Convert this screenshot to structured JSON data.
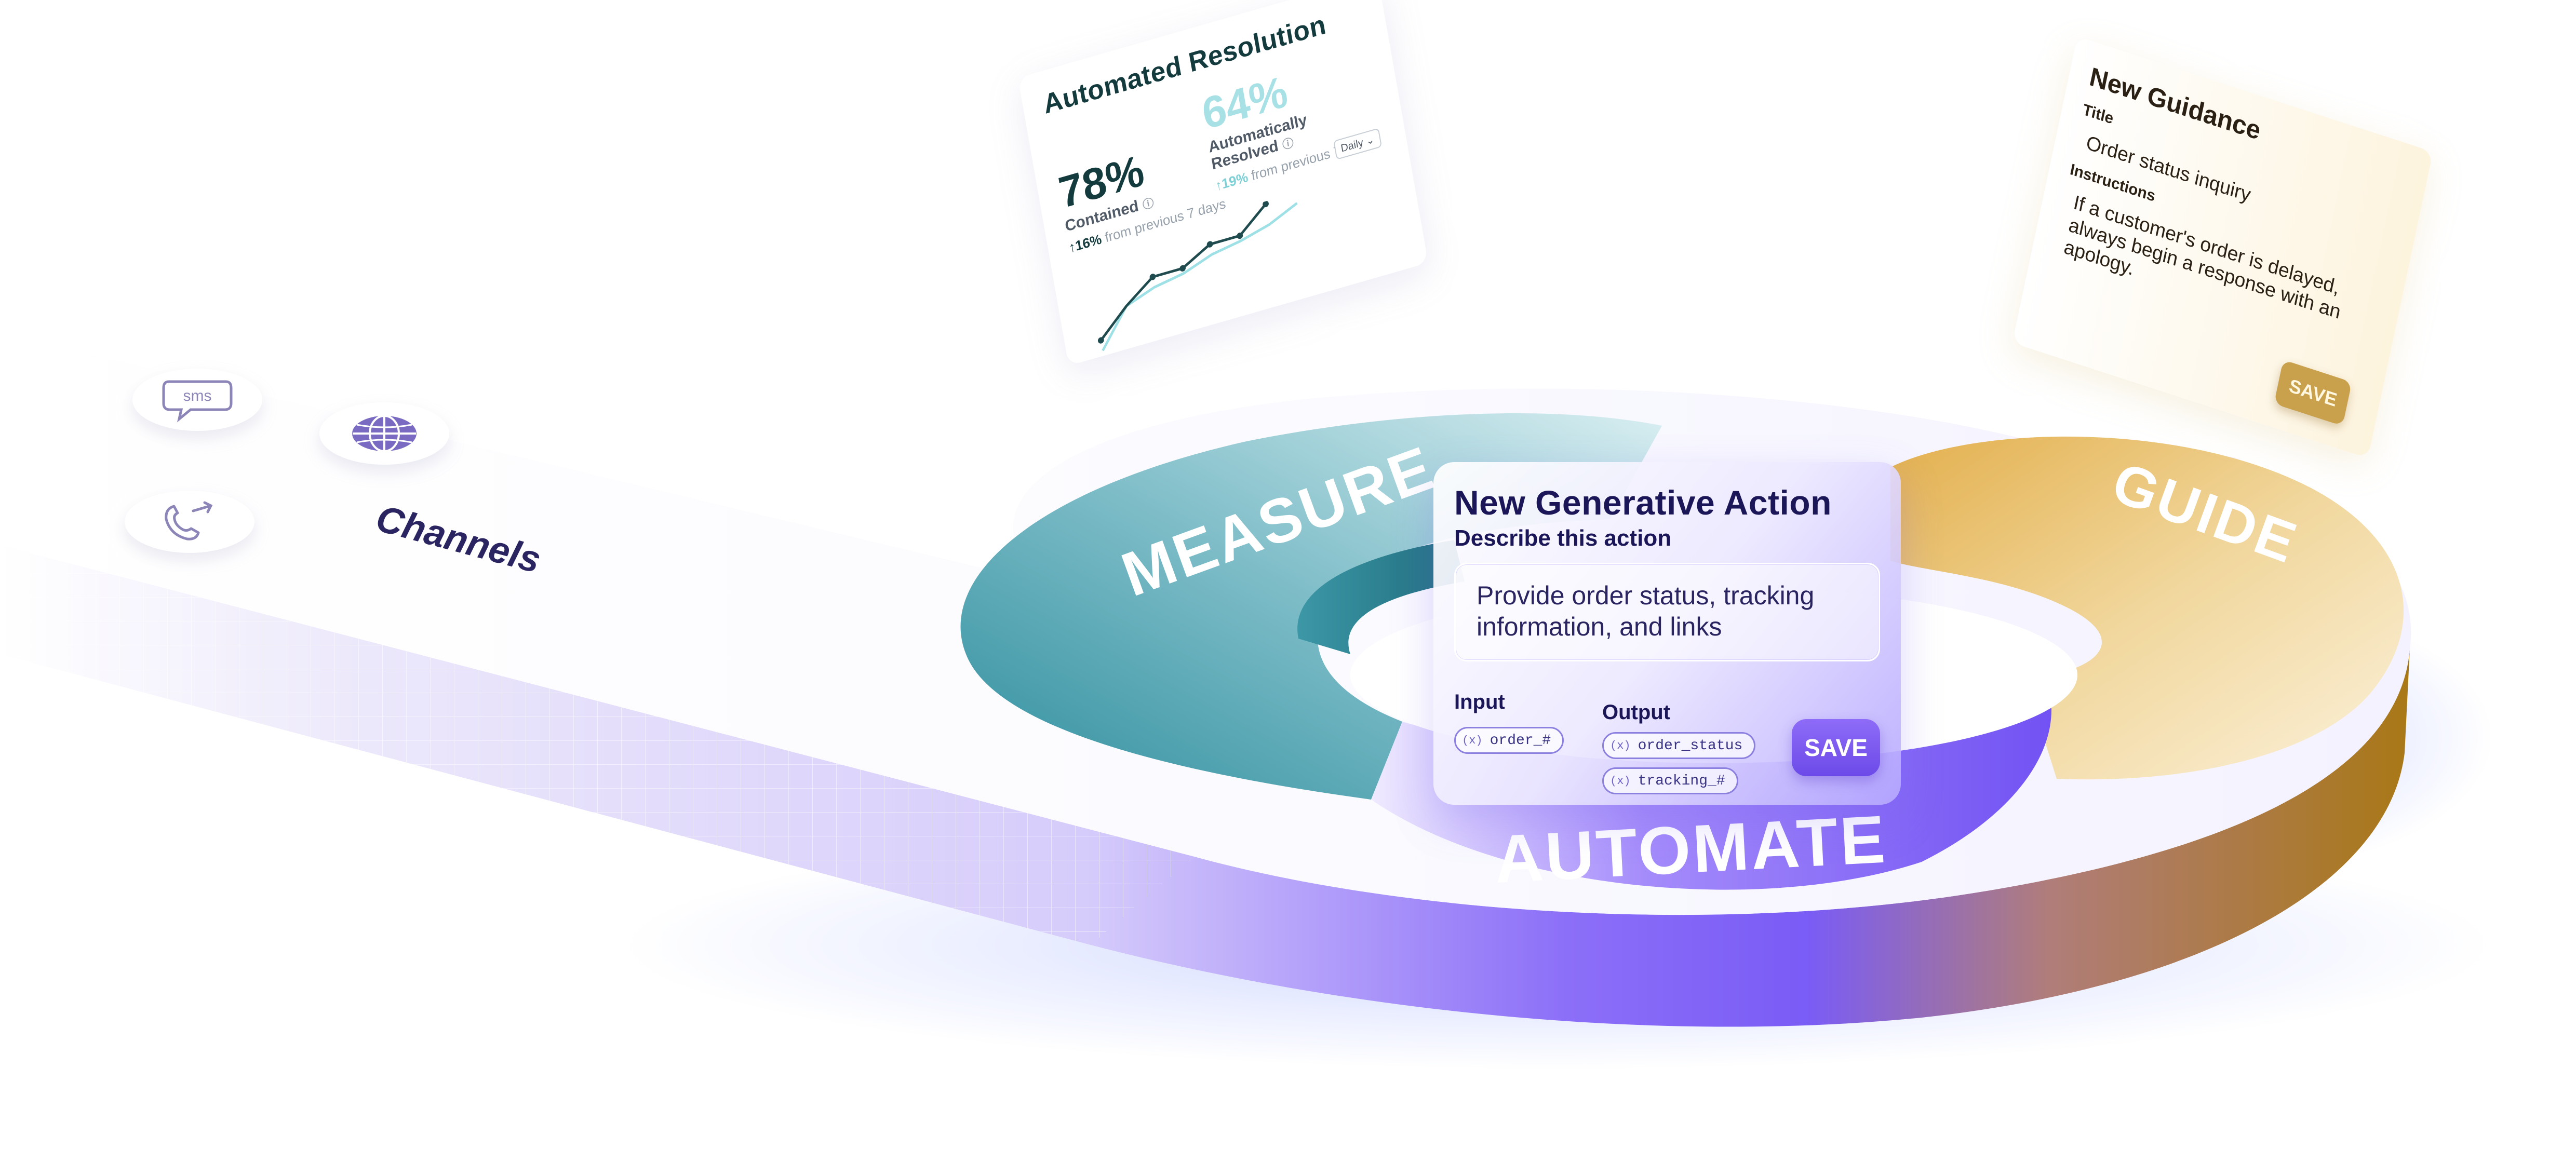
{
  "colors": {
    "measure": "#2b8c9a",
    "automate": "#7b5cf5",
    "guide": "#e0b65a",
    "navy": "#1d1a4a",
    "teal_dark": "#133a3d"
  },
  "icons": [
    "sms-chat-bubble-icon",
    "globe-icon",
    "phone-forward-icon",
    "info-icon",
    "arrow-up-icon",
    "chevron-down-icon"
  ],
  "channels": {
    "label": "Channels",
    "sms_text": "sms"
  },
  "ring": {
    "measure_label": "MEASURE",
    "automate_label": "AUTOMATE",
    "guide_label": "GUIDE"
  },
  "analytics": {
    "title": "Automated Resolution",
    "contained": {
      "value": "78%",
      "label": "Contained",
      "delta_value": "16%",
      "delta_text": "from previous 7 days"
    },
    "auto_resolved": {
      "value": "64%",
      "label_line1": "Automatically",
      "label_line2": "Resolved",
      "delta_value": "19%",
      "delta_text": "from previous 7 days"
    },
    "period": "Daily"
  },
  "action": {
    "title": "New Generative Action",
    "subtitle": "Describe this action",
    "description": "Provide order status, tracking information, and links",
    "input_label": "Input",
    "output_label": "Output",
    "inputs": [
      "order_#"
    ],
    "outputs": [
      "order_status",
      "tracking_#"
    ],
    "variable_symbol": "(x)",
    "save": "SAVE"
  },
  "guidance": {
    "heading": "New Guidance",
    "title_label": "Title",
    "title_value": "Order status inquiry",
    "instructions_label": "Instructions",
    "instructions_value": "If a customer's order is delayed, always begin a response with an apology.",
    "save": "SAVE"
  }
}
